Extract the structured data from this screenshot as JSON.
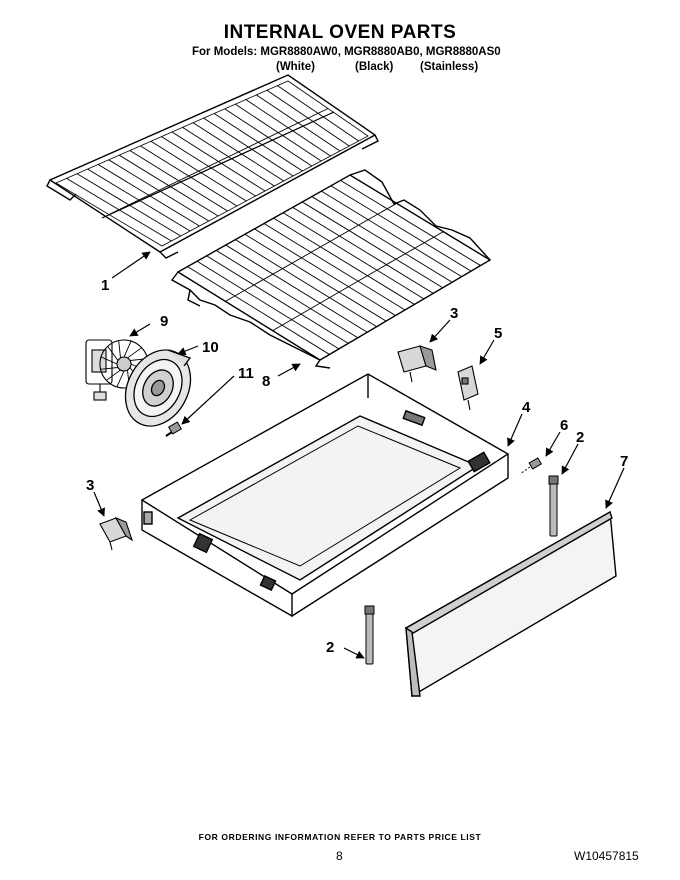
{
  "header": {
    "title": "INTERNAL OVEN PARTS",
    "models_line": "For Models: MGR8880AW0, MGR8880AB0, MGR8880AS0",
    "variants": [
      "(White)",
      "(Black)",
      "(Stainless)"
    ]
  },
  "callouts": [
    "1",
    "9",
    "10",
    "11",
    "8",
    "3",
    "5",
    "4",
    "6",
    "2",
    "7",
    "3",
    "2"
  ],
  "footer": {
    "ordering_note": "FOR ORDERING INFORMATION REFER TO PARTS PRICE LIST",
    "page_number": "8",
    "document_id": "W10457815"
  }
}
